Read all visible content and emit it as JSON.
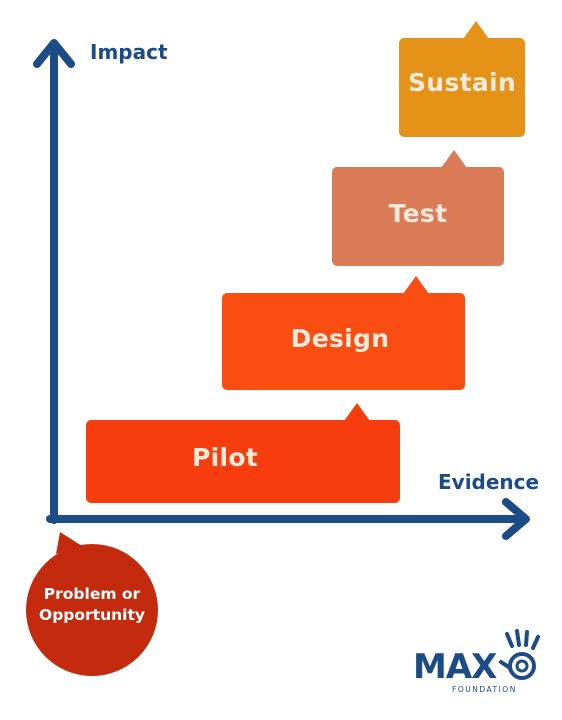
{
  "axes": {
    "y_label": "Impact",
    "x_label": "Evidence"
  },
  "stages": [
    {
      "label": "Pilot",
      "color": "#f73d0d"
    },
    {
      "label": "Design",
      "color": "#fa4d11"
    },
    {
      "label": "Test",
      "color": "#d97c57"
    },
    {
      "label": "Sustain",
      "color": "#e59218"
    }
  ],
  "start": {
    "label": "Problem or Opportunity",
    "color": "#c42b0e"
  },
  "logo": {
    "name": "MAX",
    "subtitle": "FOUNDATION"
  },
  "colors": {
    "axis": "#1c4c86",
    "stage_text": "#fbe9dc"
  }
}
